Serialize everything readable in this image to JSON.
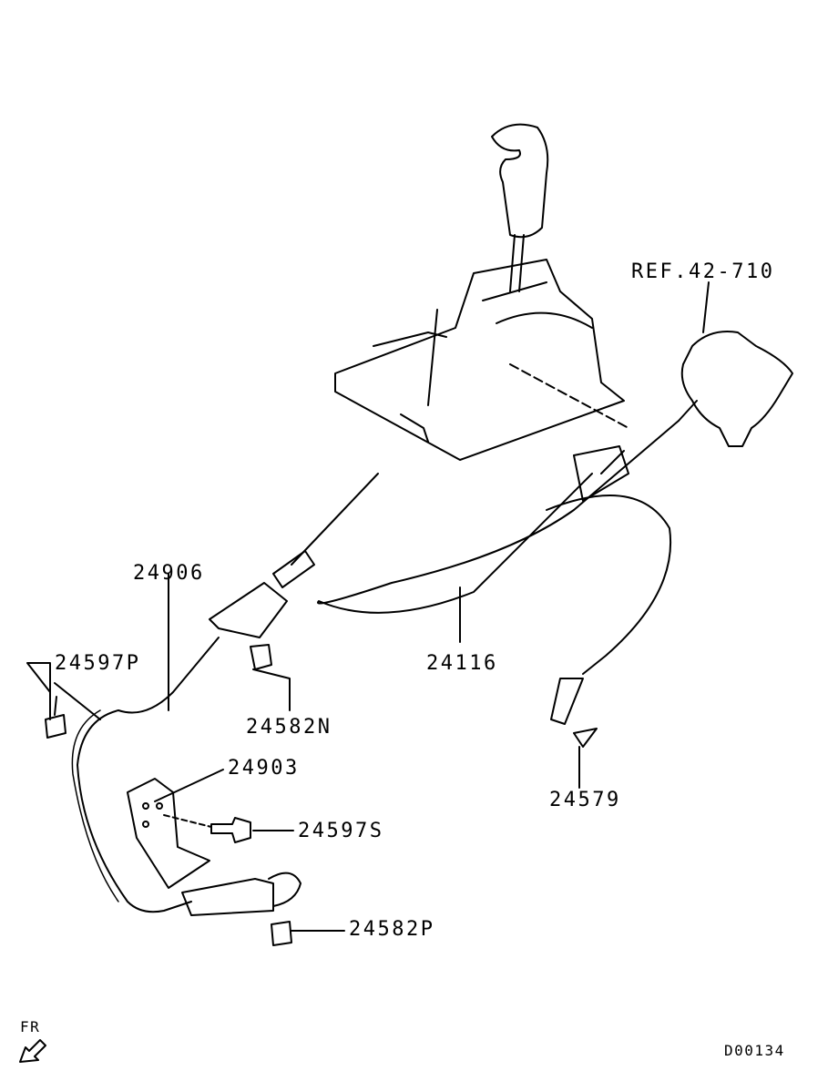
{
  "diagram": {
    "callouts": {
      "ref": "REF.42-710",
      "p24906": "24906",
      "p24597P": "24597P",
      "p24116": "24116",
      "p24582N": "24582N",
      "p24903": "24903",
      "p24597S": "24597S",
      "p24579": "24579",
      "p24582P": "24582P"
    },
    "direction_label": "FR",
    "diagram_code": "D00134",
    "line_color": "#000000",
    "background": "#ffffff"
  }
}
